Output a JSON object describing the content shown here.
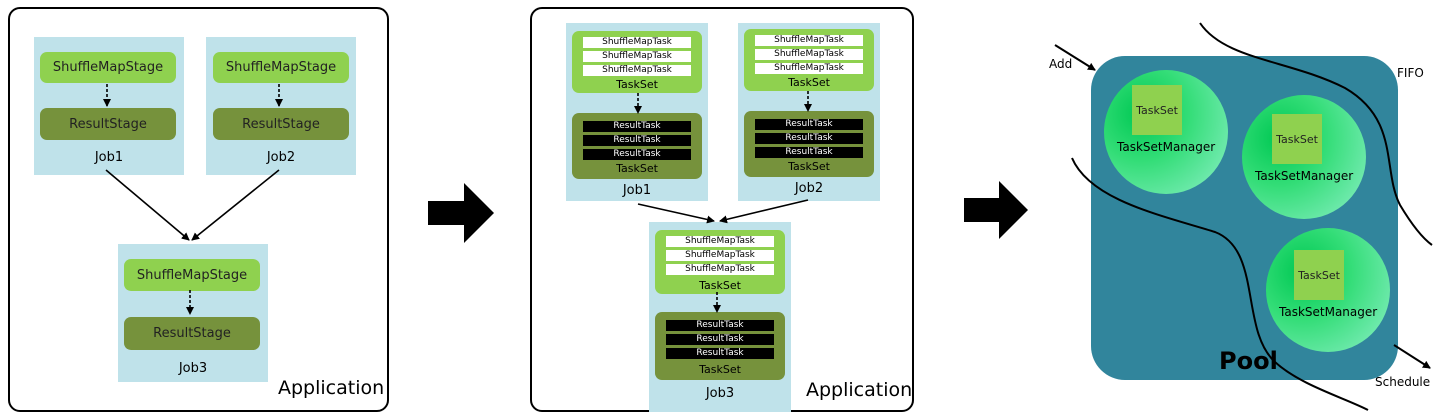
{
  "panel1": {
    "app_label": "Application",
    "jobs": [
      {
        "label": "Job1",
        "top_stage": "ShuffleMapStage",
        "bottom_stage": "ResultStage"
      },
      {
        "label": "Job2",
        "top_stage": "ShuffleMapStage",
        "bottom_stage": "ResultStage"
      },
      {
        "label": "Job3",
        "top_stage": "ShuffleMapStage",
        "bottom_stage": "ResultStage"
      }
    ]
  },
  "panel2": {
    "app_label": "Application",
    "jobs": [
      {
        "label": "Job1",
        "map_tasks": [
          "ShuffleMapTask",
          "ShuffleMapTask",
          "ShuffleMapTask"
        ],
        "map_taskset": "TaskSet",
        "result_tasks": [
          "ResultTask",
          "ResultTask",
          "ResultTask"
        ],
        "result_taskset": "TaskSet"
      },
      {
        "label": "Job2",
        "map_tasks": [
          "ShuffleMapTask",
          "ShuffleMapTask",
          "ShuffleMapTask"
        ],
        "map_taskset": "TaskSet",
        "result_tasks": [
          "ResultTask",
          "ResultTask",
          "ResultTask"
        ],
        "result_taskset": "TaskSet"
      },
      {
        "label": "Job3",
        "map_tasks": [
          "ShuffleMapTask",
          "ShuffleMapTask",
          "ShuffleMapTask"
        ],
        "map_taskset": "TaskSet",
        "result_tasks": [
          "ResultTask",
          "ResultTask",
          "ResultTask"
        ],
        "result_taskset": "TaskSet"
      }
    ]
  },
  "panel3": {
    "pool_label": "Pool",
    "add_label": "Add",
    "fifo_label": "FIFO",
    "schedule_label": "Schedule",
    "managers": [
      {
        "taskset": "TaskSet",
        "label": "TaskSetManager"
      },
      {
        "taskset": "TaskSet",
        "label": "TaskSetManager"
      },
      {
        "taskset": "TaskSet",
        "label": "TaskSetManager"
      }
    ]
  },
  "colors": {
    "job_bg": "#bfe2ea",
    "stage_light": "#8fd14f",
    "stage_dark": "#76923c",
    "pool": "#31859c",
    "manager_circle": "#33dd77"
  }
}
